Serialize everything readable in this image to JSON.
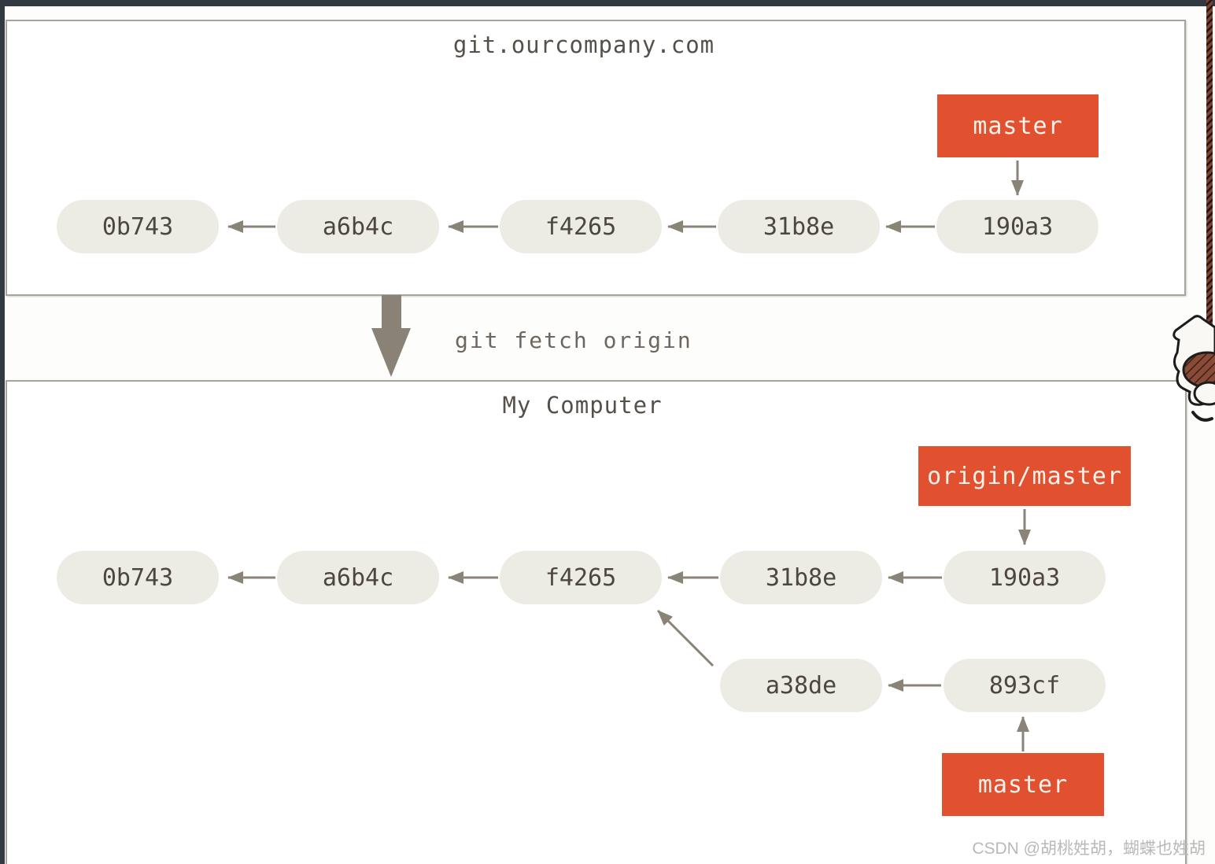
{
  "diagram": {
    "server": {
      "title": "git.ourcompany.com",
      "branch_label": "master",
      "commits": [
        "0b743",
        "a6b4c",
        "f4265",
        "31b8e",
        "190a3"
      ]
    },
    "fetch_command": "git fetch origin",
    "local": {
      "title": "My Computer",
      "remote_tracking_label": "origin/master",
      "branch_label": "master",
      "commits": [
        "0b743",
        "a6b4c",
        "f4265",
        "31b8e",
        "190a3"
      ],
      "local_branch_commits": [
        "a38de",
        "893cf"
      ]
    }
  },
  "watermark": "CSDN @胡桃姓胡，蝴蝶也姓胡",
  "decorations": {
    "mascot_icon": "hanging-cat-on-rope",
    "rope_icon": "braided-rope"
  },
  "colors": {
    "branch_label_bg": "#e2512f",
    "branch_label_text": "#f5f2ec",
    "commit_node_bg": "#edece4",
    "commit_node_text": "#4c463f",
    "arrow": "#8a8478",
    "box_border": "#a8a39b",
    "page_edge": "#333940",
    "rope": "#7e4233",
    "watermark_text": "#b9b9b9"
  }
}
